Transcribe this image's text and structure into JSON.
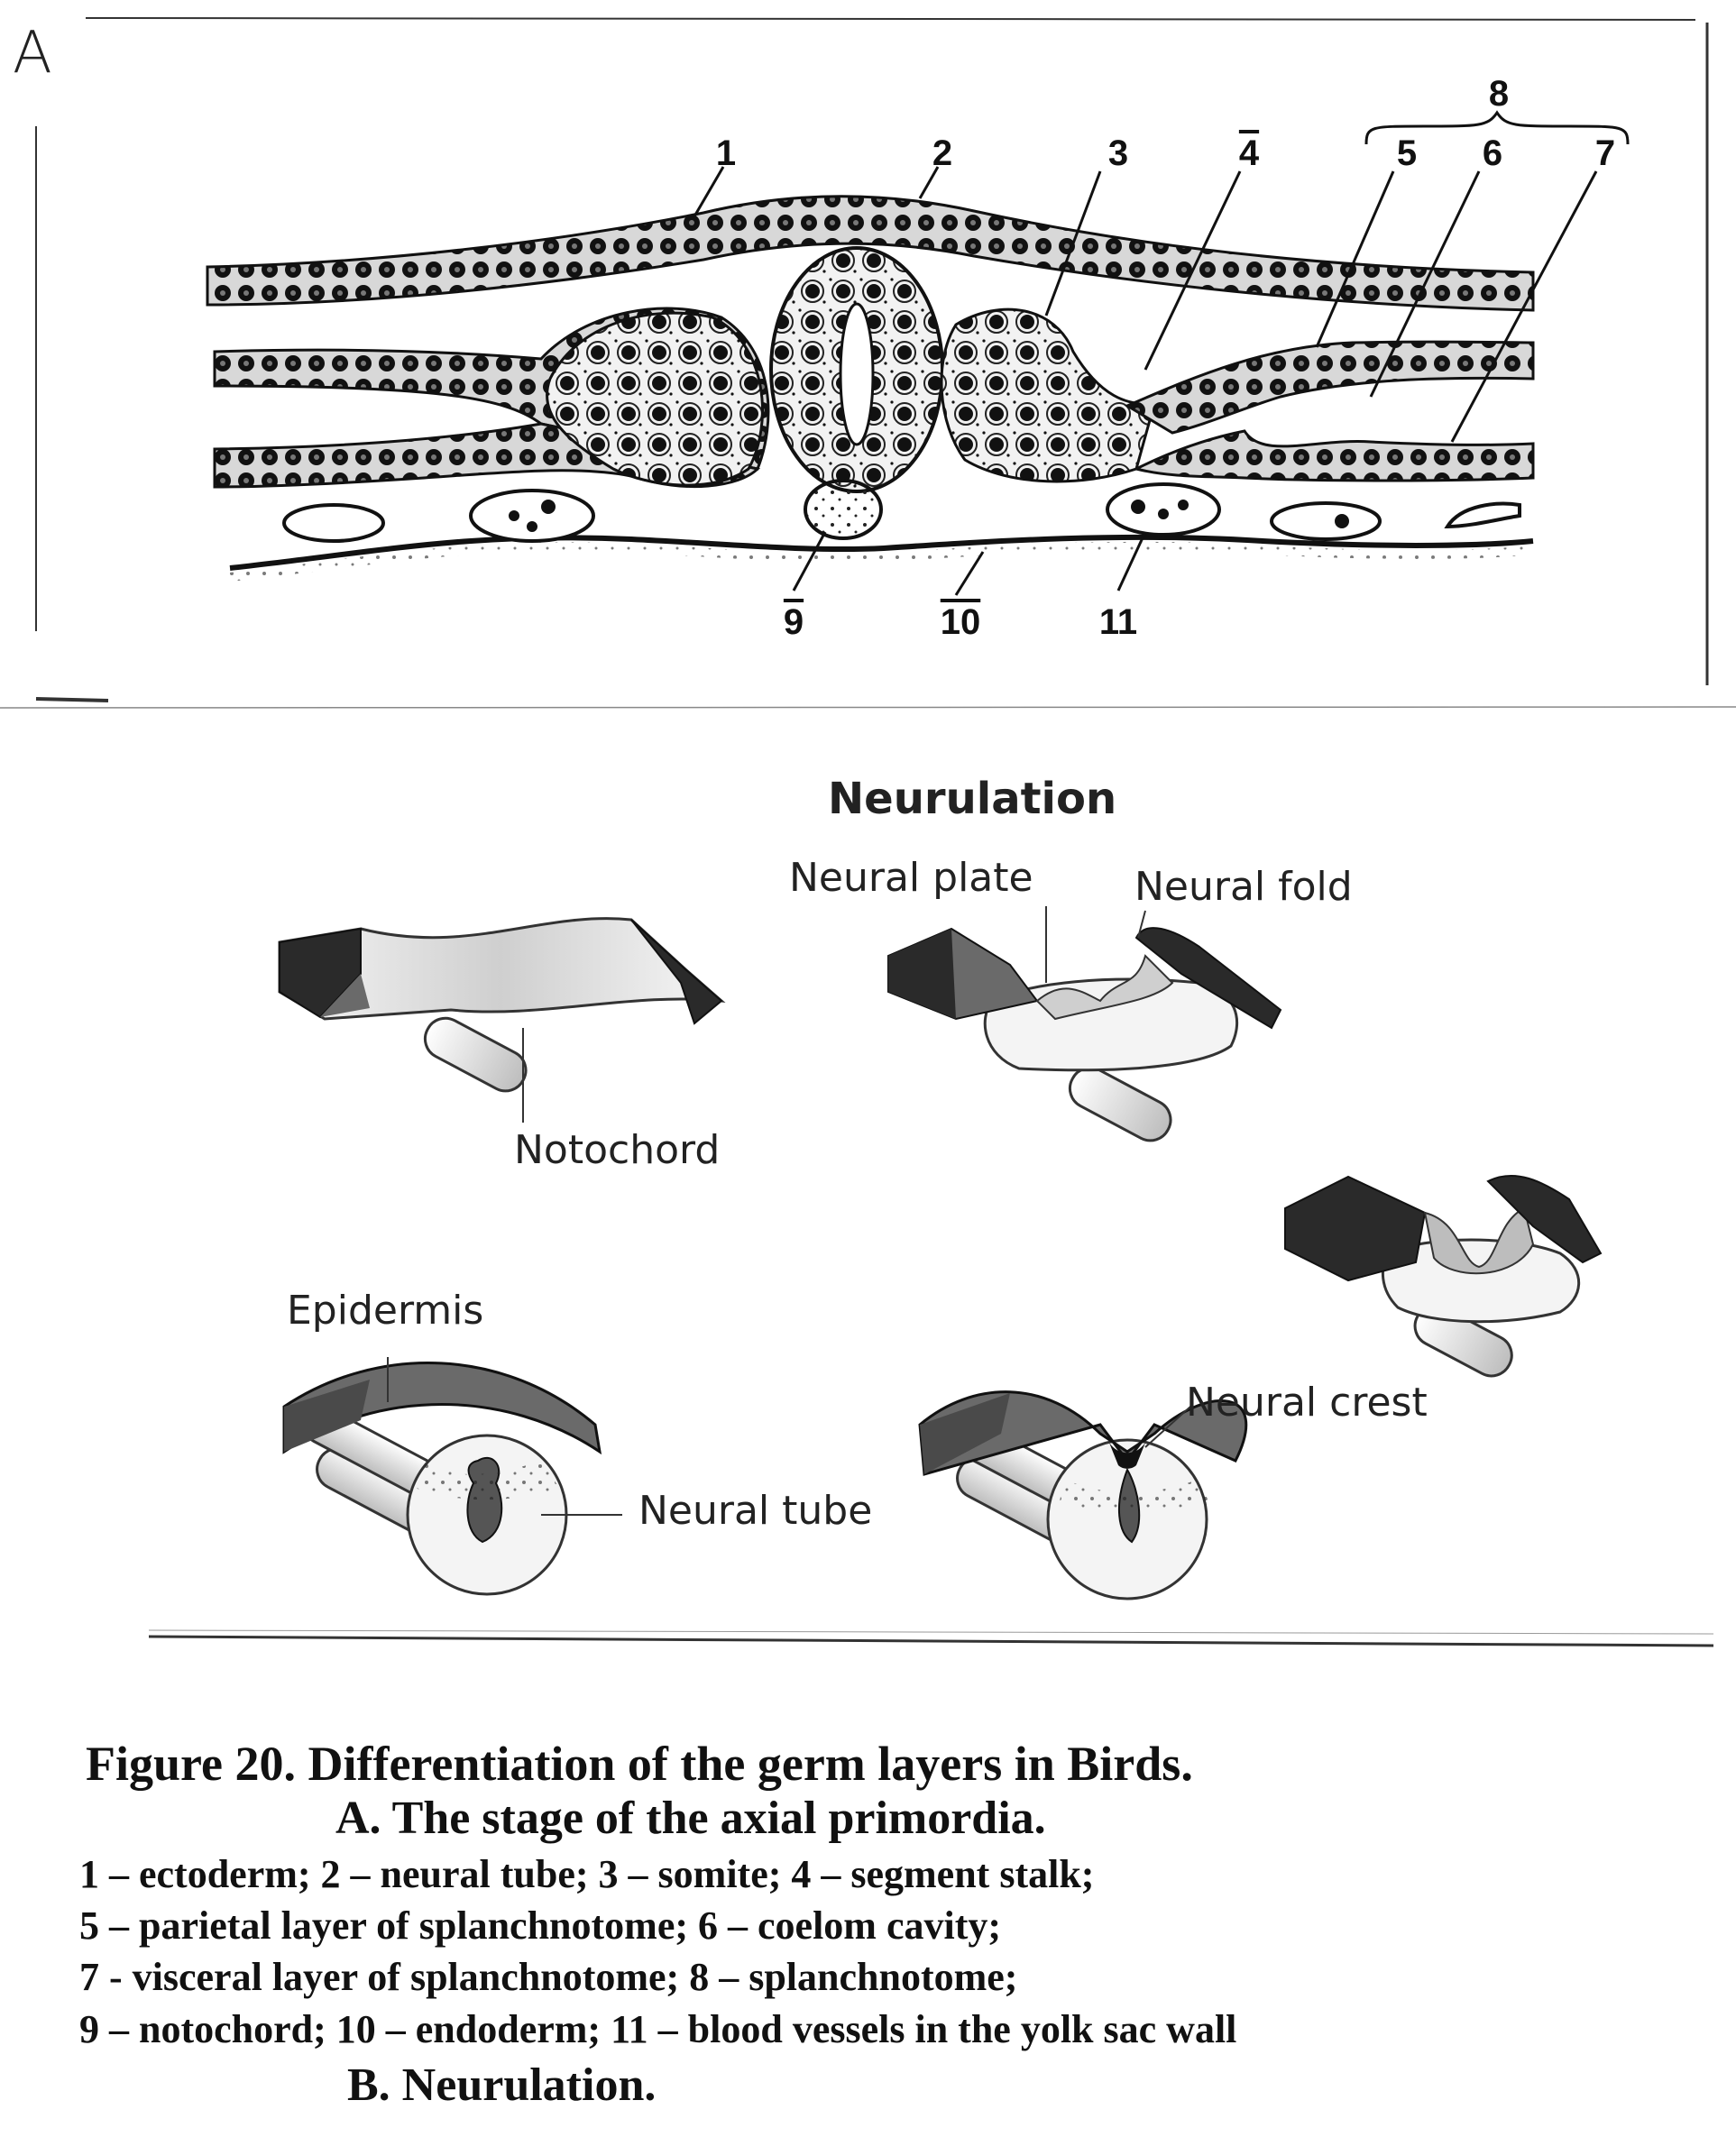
{
  "panel_a": {
    "letter": "A",
    "numbers": [
      "1",
      "2",
      "3",
      "4",
      "5",
      "6",
      "7",
      "8",
      "9",
      "10",
      "11"
    ]
  },
  "panel_b": {
    "title": "Neurulation",
    "labels": {
      "neural_plate": "Neural plate",
      "neural_fold": "Neural fold",
      "notochord": "Notochord",
      "epidermis": "Epidermis",
      "neural_tube": "Neural tube",
      "neural_crest": "Neural crest"
    }
  },
  "caption": {
    "line1": "Figure 20.  Differentiation of the germ layers in Birds.",
    "line2": "A. The stage of the axial primordia.",
    "line3": "1 – ectoderm;  2 – neural tube;   3 – somite;  4 – segment stalk;",
    "line4": "5 – parietal layer of splanchnotome;  6 – coelom cavity;",
    "line5": "7 - visceral layer of splanchnotome;  8 – splanchnotome;",
    "line6": "9 – notochord; 10 – endoderm;  11 – blood vessels in the yolk sac wall",
    "line7": "B. Neurulation."
  },
  "colors": {
    "ink": "#111111",
    "block_dark": "#2a2a2a",
    "block_mid": "#6a6a6a",
    "surface_light": "#eeeeee"
  }
}
